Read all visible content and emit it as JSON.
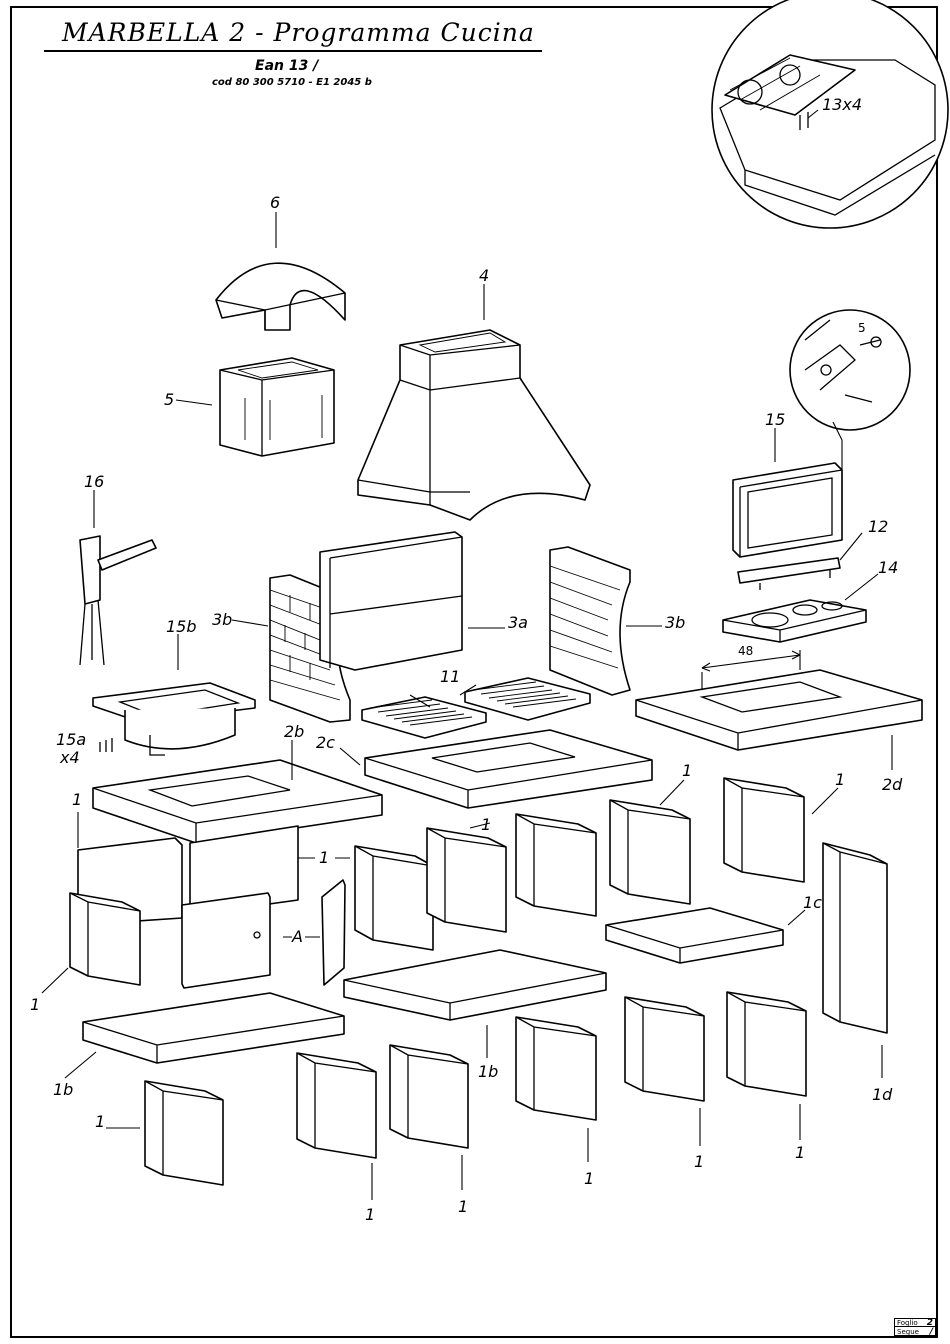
{
  "header": {
    "title": "MARBELLA  2 - Programma Cucina",
    "ean": "Ean 13  /",
    "code": "cod  80  300  5710  -  E1  2045  b"
  },
  "sheet": {
    "foglio_label": "Foglio",
    "foglio_value": "2",
    "segue_label": "Segue",
    "segue_value": "/"
  },
  "dimension": "48",
  "labels": {
    "l6": "6",
    "l4": "4",
    "l5": "5",
    "l16": "16",
    "l15": "15",
    "l12": "12",
    "l14": "14",
    "l13x4": "13x4",
    "l3b_left": "3b",
    "l3a": "3a",
    "l3b_right": "3b",
    "l15b": "15b",
    "l11": "11",
    "l15a": "15a",
    "lx4": "x4",
    "l2b": "2b",
    "l2c": "2c",
    "l2d": "2d",
    "l1c": "1c",
    "l1d": "1d",
    "l1b_left": "1b",
    "l1b_mid": "1b",
    "lA": "A",
    "l5_detail": "5",
    "l1_a": "1",
    "l1_b": "1",
    "l1_c": "1",
    "l1_d": "1",
    "l1_e": "1",
    "l1_f": "1",
    "l1_g": "1",
    "l1_h": "1",
    "l1_i": "1",
    "l1_j": "1",
    "l1_k": "1",
    "l1_l": "1",
    "l1_m": "1"
  }
}
